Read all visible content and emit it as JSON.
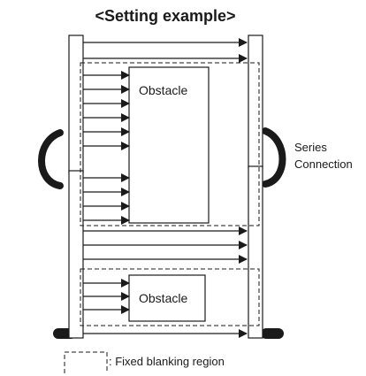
{
  "diagram": {
    "title": "<Setting example>",
    "obstacle_top_label": "Obstacle",
    "obstacle_bottom_label": "Obstacle",
    "series_connection_label_line1": "Series",
    "series_connection_label_line2": "Connection",
    "legend_label": ": Fixed blanking region"
  },
  "colors": {
    "stroke": "#1a1a1a",
    "background": "#ffffff"
  }
}
